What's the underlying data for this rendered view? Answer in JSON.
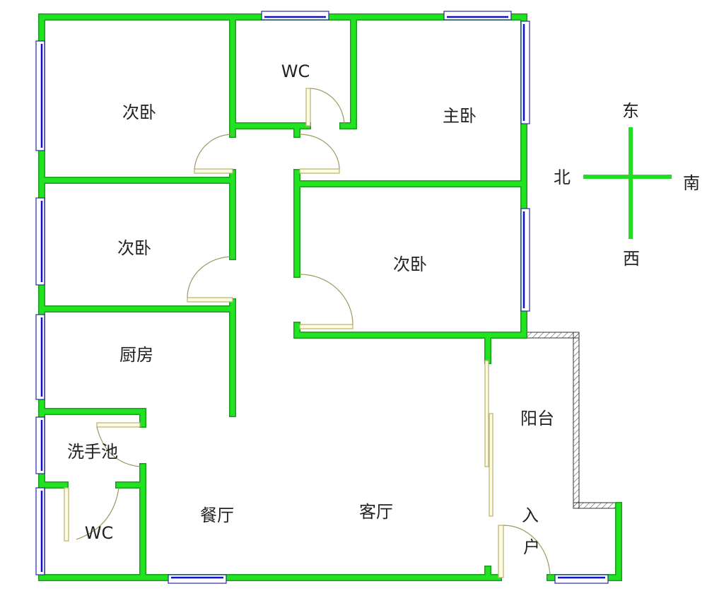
{
  "colors": {
    "wall": "#22e322",
    "window": "#1010d0",
    "door": "#b8b070",
    "compass": "#22dd22"
  },
  "rooms": {
    "bedroom_nw": "次卧",
    "wc_top": "WC",
    "master_bedroom": "主卧",
    "bedroom_w": "次卧",
    "bedroom_center": "次卧",
    "kitchen": "厨房",
    "balcony": "阳台",
    "washbasin": "洗手池",
    "wc_bottom": "WC",
    "dining_room": "餐厅",
    "living_room": "客厅",
    "entrance_1": "入",
    "entrance_2": "户"
  },
  "compass": {
    "north": "北",
    "south": "南",
    "east": "东",
    "west": "西"
  }
}
